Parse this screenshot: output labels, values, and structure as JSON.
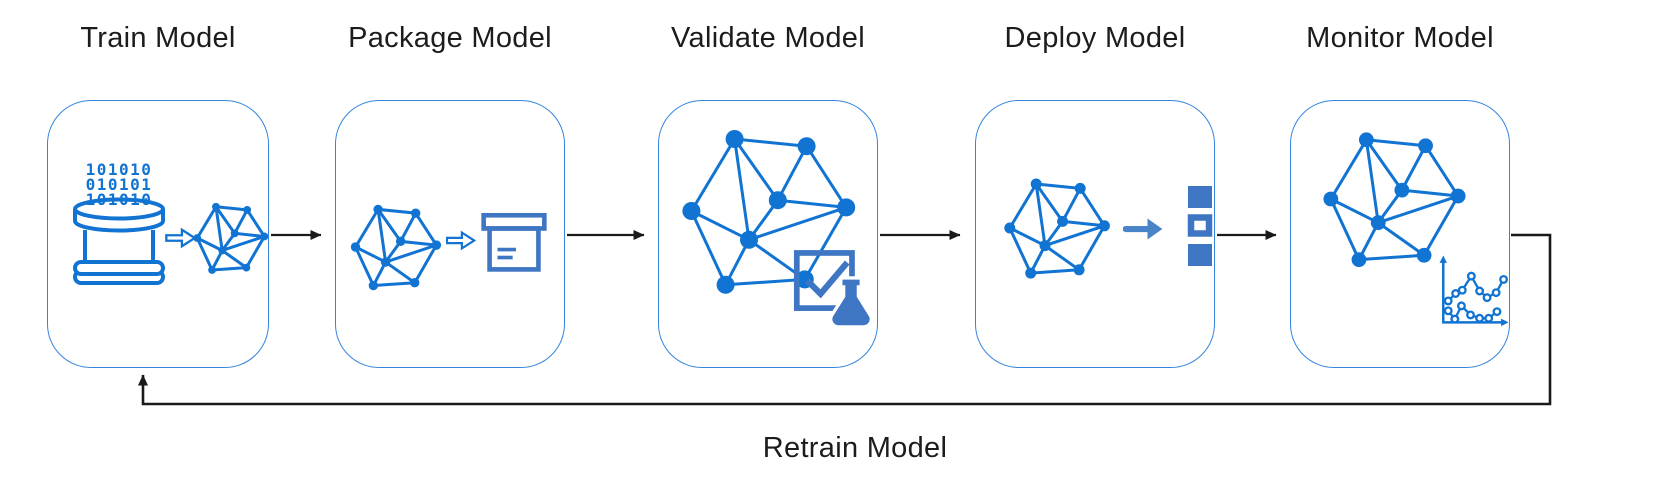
{
  "diagram": {
    "stages": [
      {
        "label": "Train Model",
        "icons": [
          "database-icon",
          "transform-arrow-icon",
          "model-network-icon"
        ],
        "database_binary_lines": [
          "101010",
          "010101",
          "101010"
        ]
      },
      {
        "label": "Package Model",
        "icons": [
          "model-network-icon",
          "transform-arrow-icon",
          "package-box-icon"
        ]
      },
      {
        "label": "Validate Model",
        "icons": [
          "model-network-icon",
          "check-box-icon",
          "flask-icon"
        ]
      },
      {
        "label": "Deploy Model",
        "icons": [
          "model-network-icon",
          "deploy-arrow-icon",
          "stacked-squares-icon"
        ]
      },
      {
        "label": "Monitor Model",
        "icons": [
          "model-network-icon",
          "line-chart-icon"
        ]
      }
    ],
    "feedback_label": "Retrain Model",
    "colors": {
      "icon_bright_blue": "#1173d2",
      "icon_steel_blue": "#3f76c3",
      "box_border_blue": "#3484dc",
      "connector_black": "#1a1a1a",
      "title_text": "#1c1c1c"
    }
  }
}
